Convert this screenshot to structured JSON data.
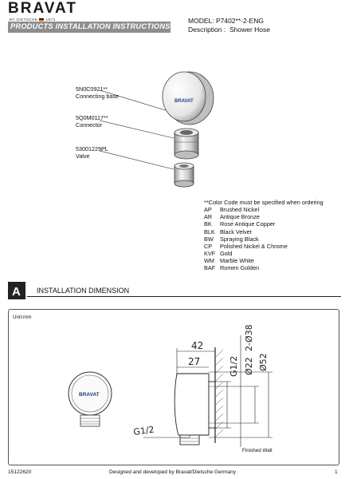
{
  "brand": {
    "name": "BRAVAT",
    "sub_left": "BY DIETSCHE",
    "sub_right": "1873"
  },
  "banner": {
    "title": "PRODUCTS INSTALLATION INSTRUCTIONS"
  },
  "model": {
    "model_line": "MODEL: P7402**-2-ENG",
    "description_line": "Description :  Shower Hose"
  },
  "parts": [
    {
      "code": "5N0C0921**",
      "name": "Connecting base"
    },
    {
      "code": "5Q0M0117**",
      "name": "Connector"
    },
    {
      "code": "53001229PL",
      "name": "Valve"
    }
  ],
  "product_logo": "BRAVAT",
  "color_note": "**Color Code must be specified when ordering",
  "color_codes": [
    {
      "code": "AP",
      "name": "Brushed Nickel"
    },
    {
      "code": "AR",
      "name": "Antique Bronze"
    },
    {
      "code": "BK",
      "name": "Rose Antique Copper"
    },
    {
      "code": "BLK",
      "name": "Black Velvet"
    },
    {
      "code": "BW",
      "name": "Spraying Black"
    },
    {
      "code": "CP",
      "name": "Polished Nickel & Chrome"
    },
    {
      "code": "KVF",
      "name": "Gold"
    },
    {
      "code": "WM",
      "name": "Marble White"
    },
    {
      "code": "BAF",
      "name": "Romen Golden"
    }
  ],
  "section": {
    "letter": "A",
    "title": "INSTALLATION DIMENSION"
  },
  "drawing": {
    "unit": "Unit:mm",
    "dim_42": "42",
    "dim_27": "27",
    "dim_g12_top": "G1/2",
    "dim_d38": "2-Ø38",
    "dim_d22": "Ø22",
    "dim_d52": "Ø52",
    "dim_g12_bottom": "G1/2",
    "finished_wall": "Finished Wall"
  },
  "footer": {
    "doc_number": "15122620",
    "credit": "Designed and developed by Bravat/Dietsche Germany",
    "page": "1"
  }
}
